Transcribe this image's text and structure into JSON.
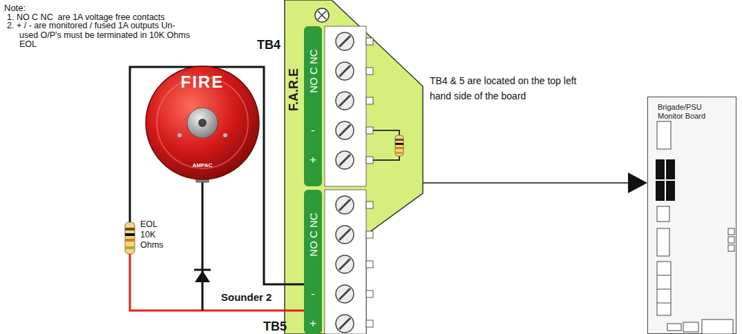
{
  "diagram": {
    "nodes": [
      {
        "text": [
          "F.A.R.E"
        ]
      },
      {
        "text": [
          "NO C NC",
          "-",
          "+"
        ],
        "in": 0
      },
      {
        "text": [
          "NO C NC",
          "-",
          "+"
        ],
        "in": 0
      },
      {
        "text": [
          "Brigade/PSU Monitor Board"
        ]
      }
    ],
    "edges": [
      {
        "from": 0,
        "to": 3,
        "arrow": "to"
      }
    ],
    "labels": [
      "Note:",
      "1. NO C NC  are 1A voltage free contacts",
      "2. + / - are monitored / fused 1A outputs Un-used O/P's must be terminated in 10K Ohms EOL",
      "TB4",
      "TB4 & 5 are located on the top left hand side of the board",
      "EOL 10K Ohms",
      "Sounder 2",
      "TB5",
      "FIRE",
      "AMPAC"
    ]
  }
}
